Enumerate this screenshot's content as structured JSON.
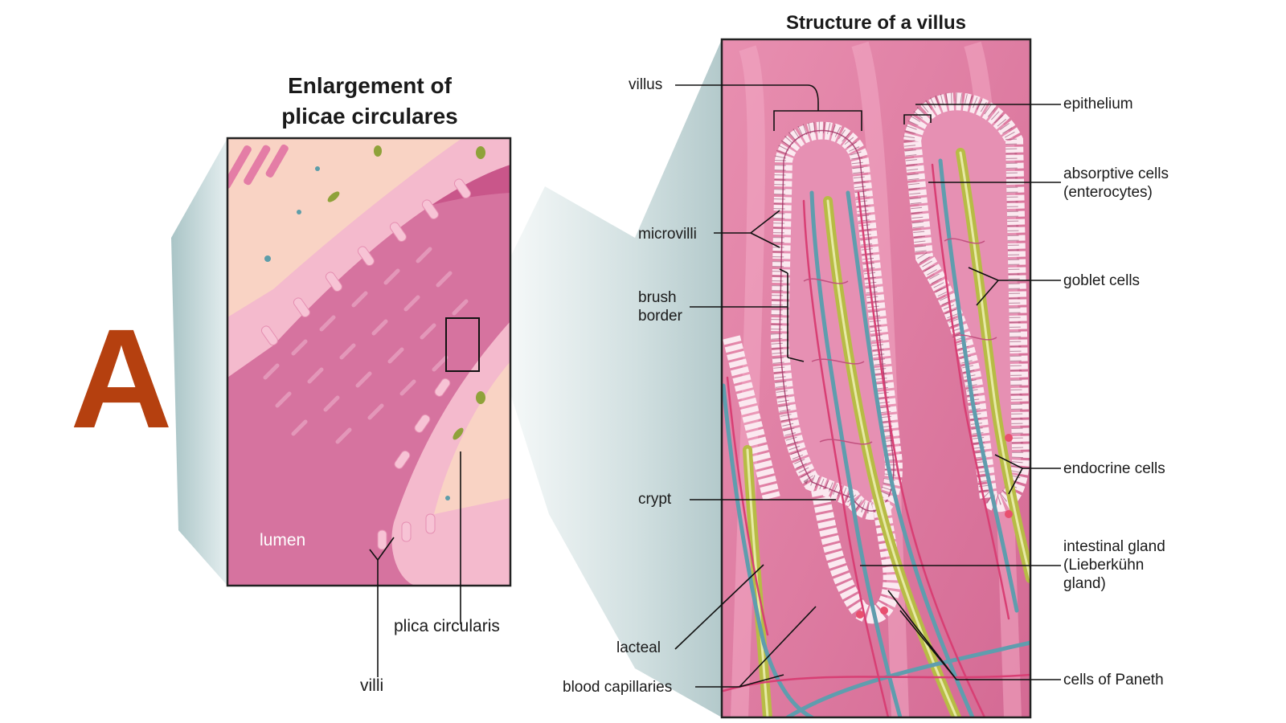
{
  "panel_letter": "A",
  "colors": {
    "letter": "#B5400F",
    "tissue_dark": "#C2507F",
    "tissue_mid": "#D86E98",
    "tissue_light": "#F2B6CB",
    "lacteal": "#B7BC45",
    "capillary_blue": "#5F9DAE",
    "capillary_red": "#D83F74",
    "funnel": "#B7CFD0"
  },
  "left_panel": {
    "title": "Enlargement of\nplicae circulares",
    "labels": {
      "lumen": "lumen",
      "plica_circularis": "plica circularis",
      "villi": "villi"
    }
  },
  "right_panel": {
    "title": "Structure of a villus",
    "labels": {
      "villus": "villus",
      "microvilli": "microvilli",
      "brush_border": "brush\nborder",
      "crypt": "crypt",
      "lacteal": "lacteal",
      "blood_capillaries": "blood capillaries",
      "epithelium": "epithelium",
      "absorptive_cells": "absorptive cells\n(enterocytes)",
      "goblet_cells": "goblet cells",
      "endocrine_cells": "endocrine cells",
      "intestinal_gland": "intestinal gland\n(Lieberkühn\ngland)",
      "cells_of_paneth": "cells of Paneth"
    }
  }
}
